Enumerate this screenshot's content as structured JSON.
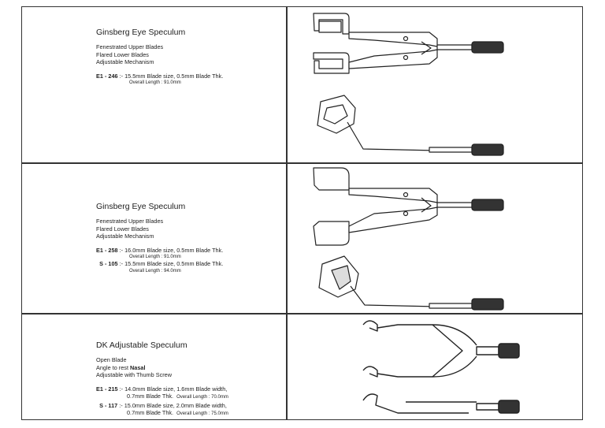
{
  "products": [
    {
      "title": "Ginsberg Eye Speculum",
      "features": [
        "Fenestrated Upper Blades",
        "Flared  Lower Blades",
        "Adjustable Mechanism"
      ],
      "specs": [
        {
          "code": "E1 - 246",
          "desc": ":- 15.5mm Blade size, 0.5mm Blade Thk.",
          "length": "Overall Length : 91.0mm"
        }
      ]
    },
    {
      "title": "Ginsberg Eye Speculum",
      "features": [
        "Fenestrated Upper Blades",
        "Flared  Lower Blades",
        "Adjustable Mechanism"
      ],
      "specs": [
        {
          "code": "E1 - 258",
          "desc": ":- 16.0mm Blade size, 0.5mm Blade Thk.",
          "length": "Overall Length : 91.0mm"
        },
        {
          "code": "S -  105",
          "desc": ":- 15.5mm Blade size, 0.5mm Blade Thk.",
          "length": "Overall Length : 94.0mm"
        }
      ]
    },
    {
      "title": "DK Adjustable Speculum",
      "features": [
        "Open Blade"
      ],
      "angle_prefix": "Angle to rest ",
      "angle_value": "Nasal",
      "adjust": "Adjustable with Thumb Screw",
      "specs": [
        {
          "code": "E1 - 215",
          "desc": ":- 14.0mm Blade size, 1.6mm Blade width,",
          "desc2": "0.7mm Blade Thk.",
          "length": "Overall Length : 70.0mm"
        },
        {
          "code": "S - 117",
          "desc": ":- 15.0mm Blade size, 2.0mm Blade width,",
          "desc2": "0.7mm Blade Thk.",
          "length": "Overall Length : 75.0mm"
        }
      ]
    }
  ]
}
